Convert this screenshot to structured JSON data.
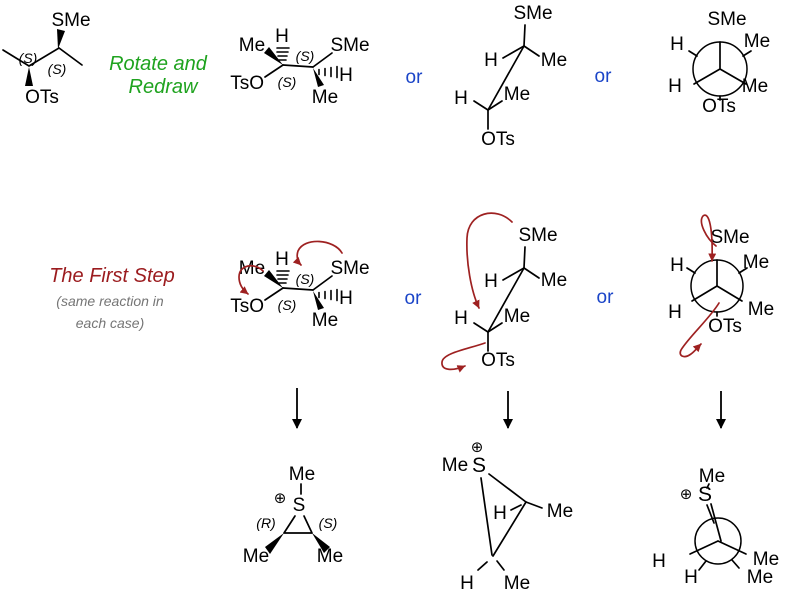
{
  "colors": {
    "background": "#FFFFFF",
    "bond": "#000000",
    "green_label": "#1FA31F",
    "blue_or": "#1B45C8",
    "title_red": "#9B1B1E",
    "note_gray": "#757575",
    "arrow_red": "#9E2121"
  },
  "annotations": {
    "rotate_redraw_line1": "Rotate and",
    "rotate_redraw_line2": "Redraw",
    "first_step_title": "The First Step",
    "first_step_note_line1": "(same reaction in",
    "first_step_note_line2": "each case)",
    "or": "or"
  },
  "zigzag": {
    "sme": "SMe",
    "stereo_c2": "(S)",
    "stereo_c3": "(S)",
    "ots": "OTs"
  },
  "wedge_structure": {
    "me_top": "Me",
    "h_top": "H",
    "sme": "SMe",
    "tso": "TsO",
    "stereo_left": "(S)",
    "stereo_right": "(S)",
    "h_right": "H",
    "me_bottom": "Me"
  },
  "sawhorse": {
    "sme": "SMe",
    "h_back": "H",
    "me_back": "Me",
    "h_front": "H",
    "me_front": "Me",
    "ots": "OTs"
  },
  "newman": {
    "sme": "SMe",
    "h_back_left": "H",
    "me_back_right": "Me",
    "h_front_left": "H",
    "me_front_right": "Me",
    "ots": "OTs"
  },
  "product_episulfonium": {
    "me_s": "Me",
    "plus": "⊕",
    "s": "S",
    "stereo_left": "(R)",
    "stereo_right": "(S)",
    "me_left": "Me",
    "me_right": "Me"
  },
  "product_sawhorse": {
    "plus": "⊕",
    "me": "Me",
    "s": "S",
    "h_ring": "H",
    "me_right": "Me",
    "h_bottom": "H",
    "me_bottom": "Me"
  },
  "product_newman": {
    "me": "Me",
    "plus": "⊕",
    "s": "S",
    "h_front": "H",
    "h_back": "H",
    "me_front": "Me",
    "me_back": "Me"
  }
}
